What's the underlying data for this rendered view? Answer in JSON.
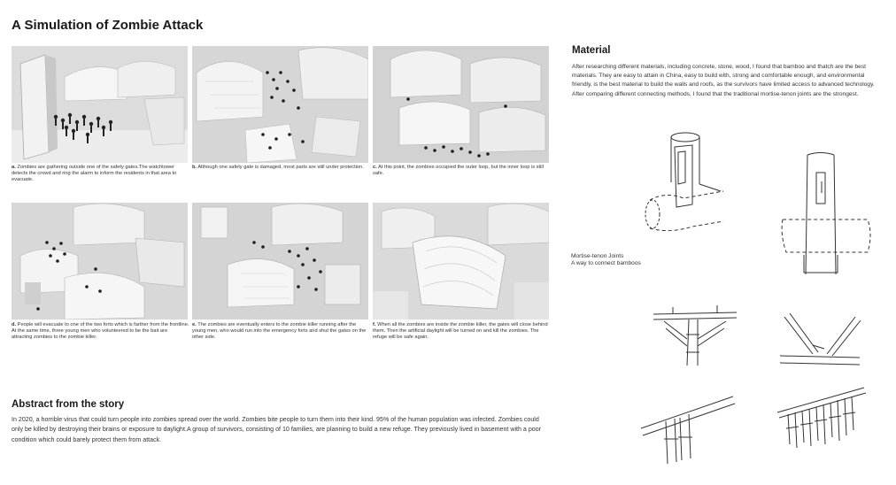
{
  "title": "A Simulation of Zombie Attack",
  "photos": [
    {
      "label": "a.",
      "caption": "Zombies are gathering outside one of the safety gates.The watchtower detects the crowd and ring the alarm to inform the residents in that area to evacuate."
    },
    {
      "label": "b.",
      "caption": "Although one safety gate is damaged, most parts are still under protection."
    },
    {
      "label": "c.",
      "caption": "At this point, the zombies occupied the outer loop, but the inner loop is still safe."
    },
    {
      "label": "d.",
      "caption": "People will evacuate to one of the two forts which is farther from the frontline. At the same time, three young men who volunteered to be the bait are attracting zombies to the zombie killer."
    },
    {
      "label": "e.",
      "caption": "The zombies are eventually enters to the zombie killer running after the young men, who would run into the emergency forts and shut the gates on the other side."
    },
    {
      "label": "f.",
      "caption": "When all the zombies are inside the zombie killer, the gates will close behind them. Then the artificial daylight will be turned on and kill the zombies. The refuge will be safe again."
    }
  ],
  "abstract": {
    "heading": "Abstract from the story",
    "text": "In 2020, a horrible virus that could turn people into zombies spread over the world. Zombies bite people to turn them into their kind. 95% of the human population was infected. Zombies could only be killed by destroying their brains or exposure to daylight.A group of survivors, consisting of 10 families, are planning to build a new refuge. They previously lived in basement with a poor condition which could barely protect them from attack."
  },
  "material": {
    "heading": "Material",
    "text": "After researching different materials, including concrete, stone, wood, I found that bamboo and thatch are the best materials. They are easy to attain in China, easy to build with, strong and comfortable enough, and environmental friendly, is the best material to build the walls and roofs, as the survivors have limited access to advanced technology. After comparing different connecting methods, I found that the traditional mortise-tenon joints are the strongest.",
    "joint_label_line1": "Mortise-tenon Joints",
    "joint_label_line2": "A way to connect bamboos"
  }
}
